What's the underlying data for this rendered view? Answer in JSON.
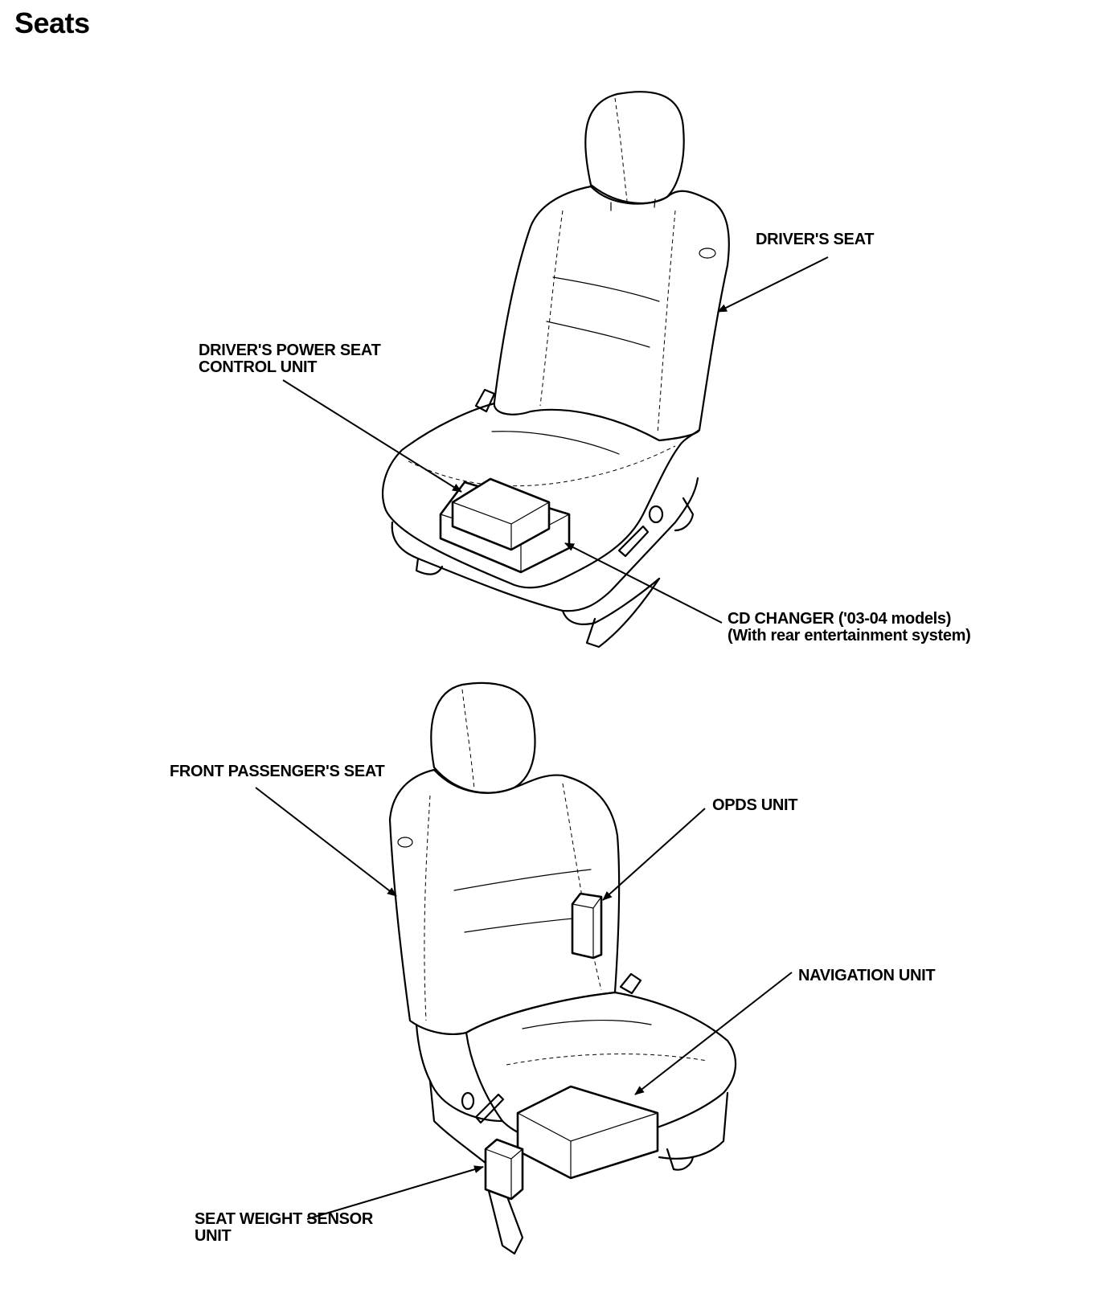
{
  "title": "Seats",
  "labels": {
    "drivers_seat": "DRIVER'S SEAT",
    "power_seat_control_unit": [
      "DRIVER'S POWER SEAT",
      "CONTROL UNIT"
    ],
    "cd_changer": [
      "CD CHANGER ('03-04 models)",
      "(With rear entertainment system)"
    ],
    "front_passengers_seat": "FRONT PASSENGER'S SEAT",
    "opds_unit": "OPDS UNIT",
    "navigation_unit": "NAVIGATION UNIT",
    "seat_weight_sensor_unit": [
      "SEAT WEIGHT SENSOR",
      "UNIT"
    ]
  }
}
